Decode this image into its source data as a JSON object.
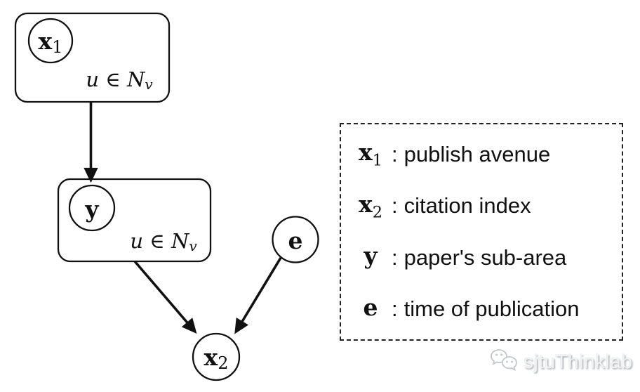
{
  "diagram": {
    "plates": [
      {
        "id": "plate-x1",
        "label_main": "u ∈ N",
        "label_sub": "v"
      },
      {
        "id": "plate-y",
        "label_main": "u ∈ N",
        "label_sub": "v"
      }
    ],
    "nodes": [
      {
        "id": "x1",
        "main": "x",
        "sub": "1"
      },
      {
        "id": "y",
        "main": "y",
        "sub": ""
      },
      {
        "id": "e",
        "main": "e",
        "sub": ""
      },
      {
        "id": "x2",
        "main": "x",
        "sub": "2"
      }
    ],
    "edges": [
      {
        "from": "plate-x1",
        "to": "y"
      },
      {
        "from": "plate-y",
        "to": "x2"
      },
      {
        "from": "e",
        "to": "x2"
      }
    ]
  },
  "legend": {
    "separator": ":",
    "items": [
      {
        "sym": "x",
        "sub": "1",
        "desc": "publish avenue"
      },
      {
        "sym": "x",
        "sub": "2",
        "desc": "citation index"
      },
      {
        "sym": "y",
        "sub": "",
        "desc": "paper's sub-area"
      },
      {
        "sym": "e",
        "sub": "",
        "desc": "time of publication"
      }
    ]
  },
  "watermark": {
    "text": "sjtuThinklab"
  },
  "colors": {
    "stroke": "#111111",
    "background": "#ffffff",
    "watermark": "#c9ccce"
  }
}
